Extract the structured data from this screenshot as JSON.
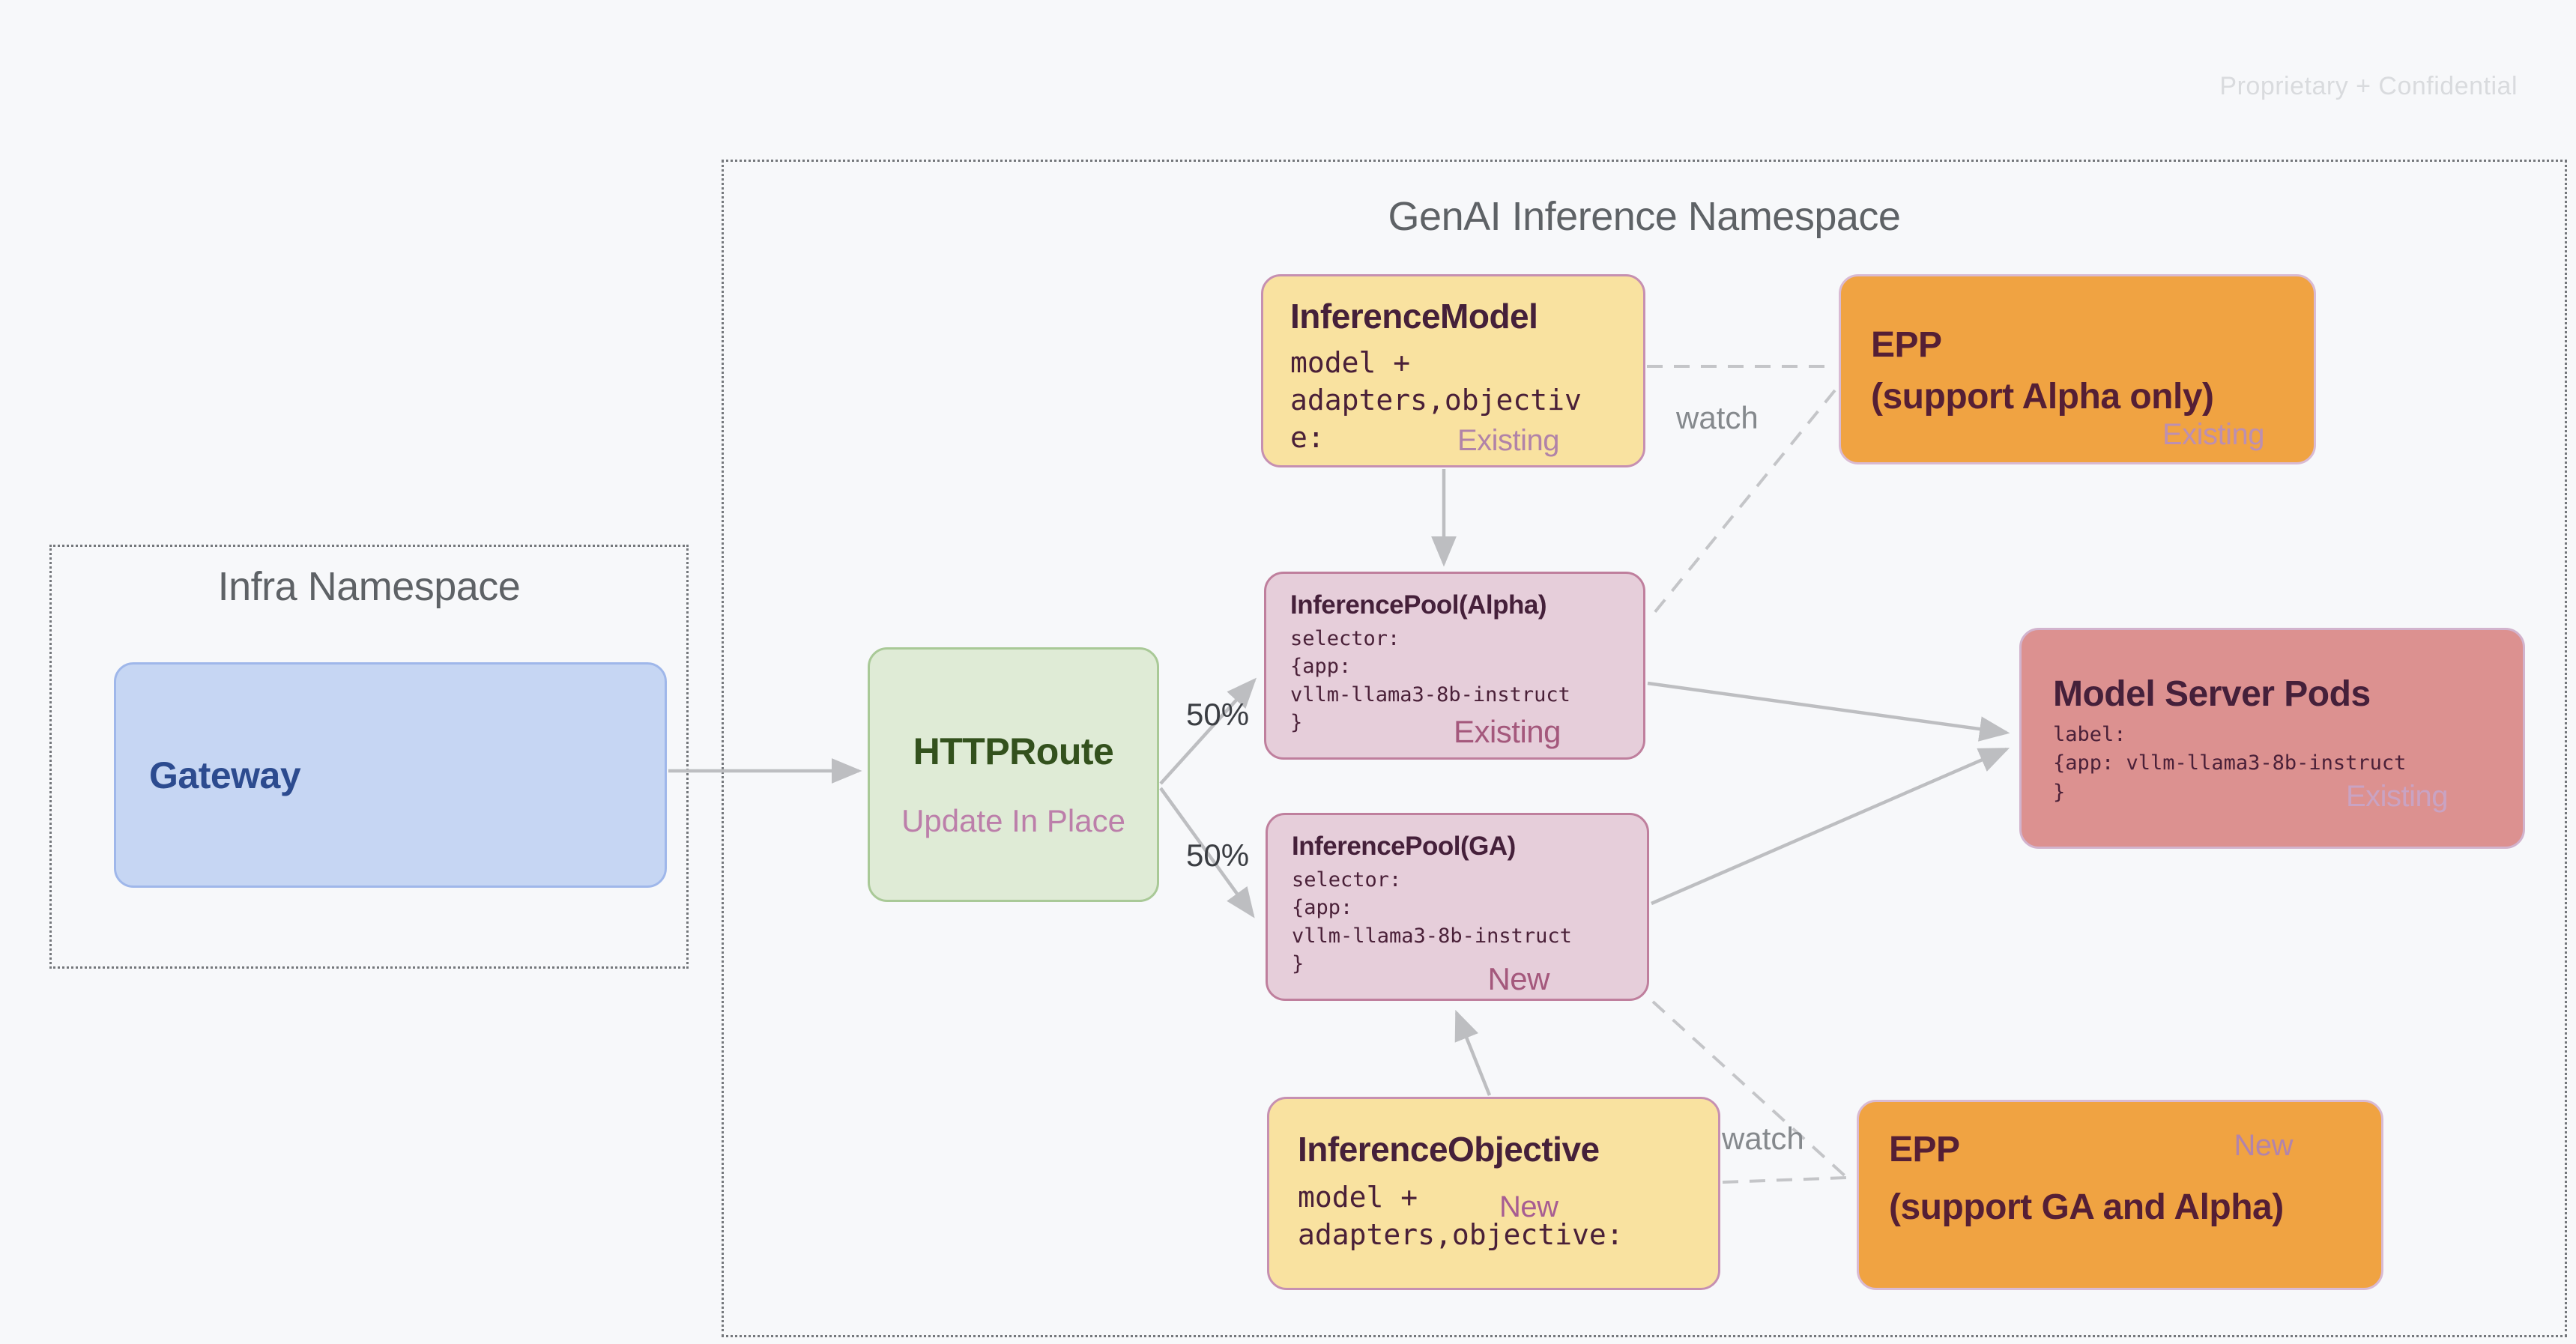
{
  "watermark": "Proprietary + Confidential",
  "palette": {
    "background": "#F7F8FA",
    "yellow_fill": "#F9E2A0",
    "yellow_border": "#C690B1",
    "orange_fill": "#F0A342",
    "orange_border": "#D9BAD3",
    "pool_fill": "#E6CEDA",
    "pool_border": "#BF7F9D",
    "pods_fill": "#DC9190",
    "pods_border": "#D2B3CD",
    "green_fill": "#DFEBD6",
    "green_border": "#A9C997",
    "blue_fill": "#C6D6F3",
    "blue_border": "#9FB7EA",
    "status_mauve": "#A4587C",
    "arrow_gray": "#BDBEC1",
    "title_plum": "#45203A",
    "namespace_gray": "#5E6266"
  },
  "namespaces": {
    "infra": {
      "title": "Infra Namespace"
    },
    "genai": {
      "title": "GenAI Inference Namespace"
    }
  },
  "nodes": {
    "gateway": {
      "label": "Gateway"
    },
    "httproute": {
      "title": "HTTPRoute",
      "subtitle": "Update In Place"
    },
    "inference_model": {
      "title": "InferenceModel",
      "code": "model +\nadapters,objectiv\ne:",
      "status": "Existing"
    },
    "epp_alpha": {
      "title": "EPP",
      "subtitle": "(support Alpha only)",
      "status": "Existing"
    },
    "pool_alpha": {
      "title": "InferencePool(Alpha)",
      "code": "selector:\n{app:\nvllm-llama3-8b-instruct\n}",
      "status": "Existing"
    },
    "pool_ga": {
      "title": "InferencePool(GA)",
      "code": "selector:\n{app:\nvllm-llama3-8b-instruct\n}",
      "status": "New"
    },
    "model_server_pods": {
      "title": "Model Server Pods",
      "code": "label:\n{app: vllm-llama3-8b-instruct\n}",
      "status": "Existing"
    },
    "inference_objective": {
      "title": "InferenceObjective",
      "code_line1": "model +",
      "code_line2": "adapters,objective:",
      "status": "New"
    },
    "epp_ga": {
      "title": "EPP",
      "subtitle": "(support GA and Alpha)",
      "status": "New"
    }
  },
  "edge_labels": {
    "split_top": "50%",
    "split_bottom": "50%",
    "watch_top": "watch",
    "watch_bottom": "watch"
  }
}
